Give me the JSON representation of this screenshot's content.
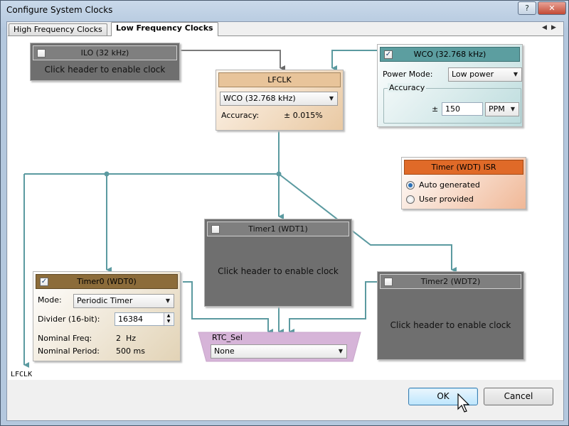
{
  "window": {
    "title": "Configure System Clocks"
  },
  "tabs": [
    {
      "label": "High Frequency Clocks",
      "active": false
    },
    {
      "label": "Low Frequency Clocks",
      "active": true
    }
  ],
  "tab_nav": {
    "prev": "◀",
    "next": "▶"
  },
  "ilo": {
    "header": "ILO (32 kHz)",
    "enabled": false,
    "message": "Click header to enable clock"
  },
  "lfclk": {
    "header": "LFCLK",
    "source": "WCO (32.768 kHz)",
    "accuracy_label": "Accuracy:",
    "accuracy_value": "± 0.015%"
  },
  "wco": {
    "header": "WCO (32.768 kHz)",
    "enabled": true,
    "power_mode_label": "Power Mode:",
    "power_mode_value": "Low power",
    "accuracy_group": "Accuracy",
    "accuracy_sign": "±",
    "accuracy_value": "150",
    "accuracy_unit": "PPM"
  },
  "timer_isr": {
    "header": "Timer (WDT) ISR",
    "options": [
      {
        "label": "Auto generated",
        "selected": true
      },
      {
        "label": "User provided",
        "selected": false
      }
    ]
  },
  "timer1": {
    "header": "Timer1 (WDT1)",
    "enabled": false,
    "message": "Click header to enable clock"
  },
  "timer0": {
    "header": "Timer0 (WDT0)",
    "enabled": true,
    "mode_label": "Mode:",
    "mode_value": "Periodic Timer",
    "divider_label": "Divider (16-bit):",
    "divider_value": "16384",
    "nominal_freq_label": "Nominal Freq:",
    "nominal_freq_value": "2  Hz",
    "nominal_period_label": "Nominal Period:",
    "nominal_period_value": "500 ms"
  },
  "timer2": {
    "header": "Timer2 (WDT2)",
    "enabled": false,
    "message": "Click header to enable clock"
  },
  "rtc_sel": {
    "label": "RTC_Sel",
    "value": "None"
  },
  "lfclk_output_label": "LFCLK",
  "buttons": {
    "ok": "OK",
    "cancel": "Cancel"
  },
  "colors": {
    "wire": "#5b9aa0",
    "lfclk_accent": "#e8c49a",
    "wco_accent": "#5c9ea0",
    "isr_accent": "#e06a28",
    "timer0_accent": "#8c6c3a",
    "rtc_accent": "#d6b4d8",
    "disabled_block": "#6f6f6f"
  },
  "checkbox_checked_glyph": "✓"
}
